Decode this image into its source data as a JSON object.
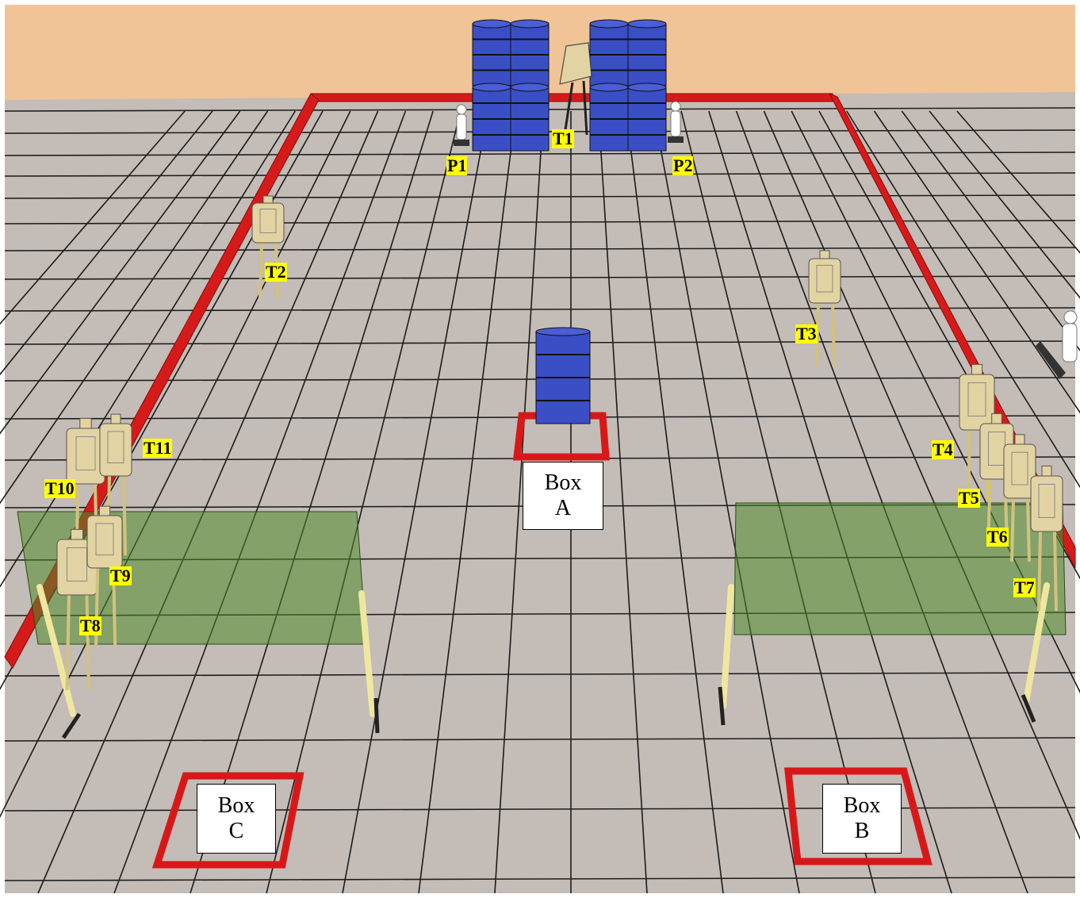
{
  "labels": {
    "t1": "T1",
    "t2": "T2",
    "t3": "T3",
    "t4": "T4",
    "t5": "T5",
    "t6": "T6",
    "t7": "T7",
    "t8": "T8",
    "t9": "T9",
    "t10": "T10",
    "t11": "T11",
    "p1": "P1",
    "p2": "P2"
  },
  "boxes": {
    "a": {
      "line1": "Box",
      "line2": "A"
    },
    "b": {
      "line1": "Box",
      "line2": "B"
    },
    "c": {
      "line1": "Box",
      "line2": "C"
    }
  },
  "colors": {
    "wall": "#f2c79b",
    "floor": "#c2bbb6",
    "grid": "#1a1a1a",
    "fault_line": "#d81818",
    "barrel": "#3b4fc4",
    "target": "#e2d3a2",
    "shade": "#5a8a2a",
    "label_bg": "#ffff00"
  }
}
